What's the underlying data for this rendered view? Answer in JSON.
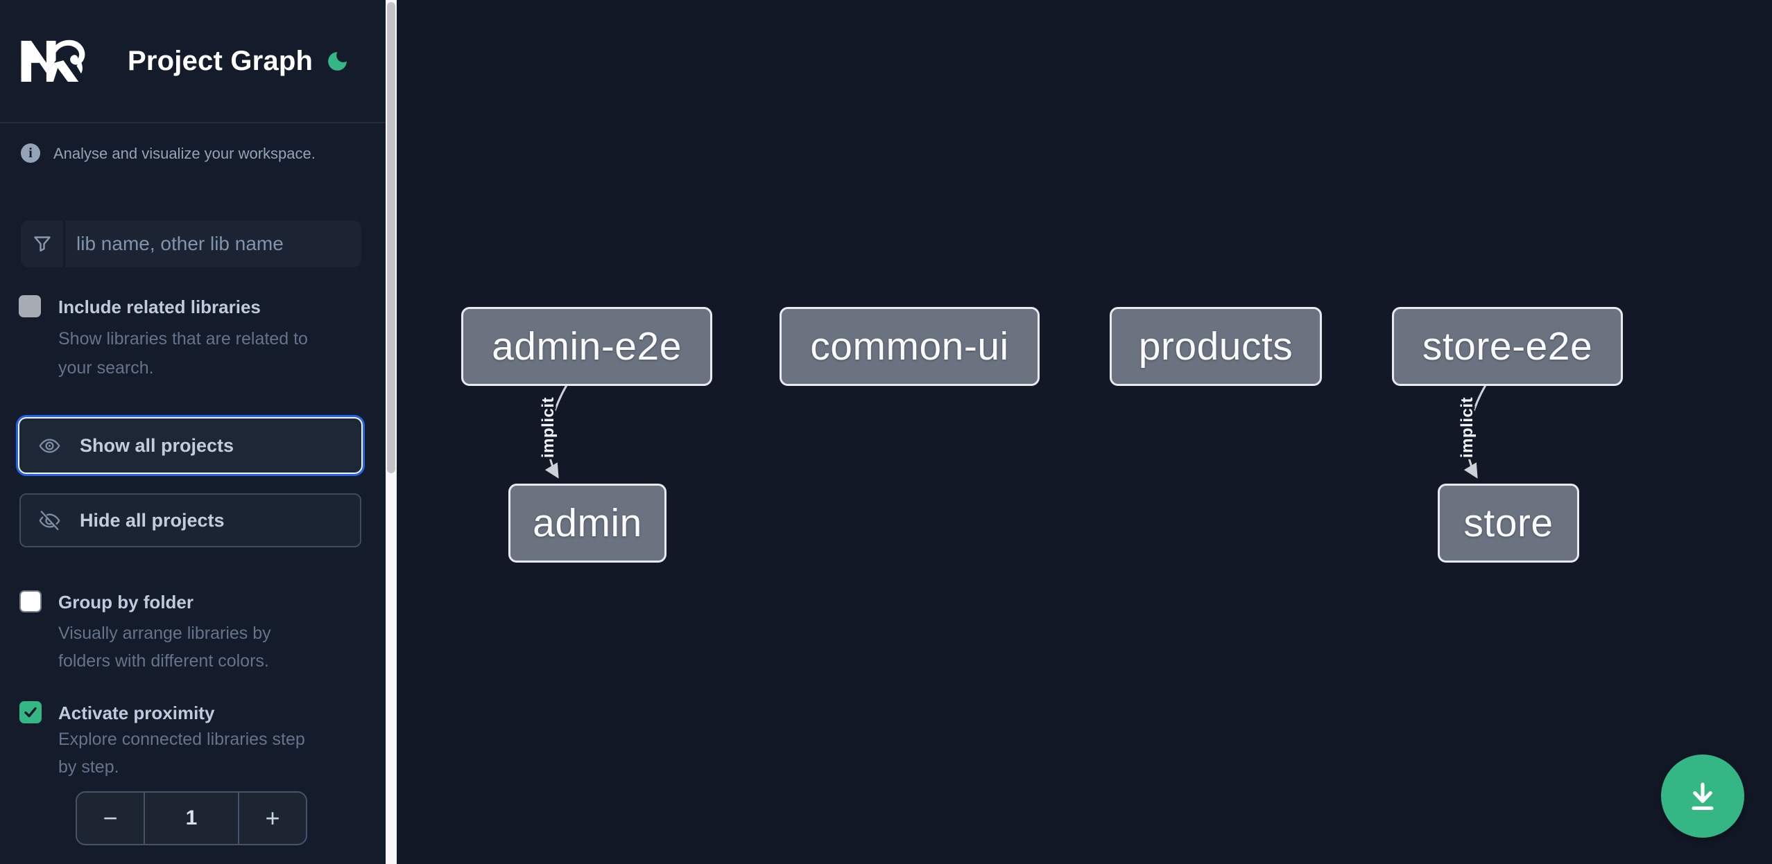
{
  "header": {
    "app_name": "Nx",
    "title": "Project Graph",
    "theme_icon": "moon-icon",
    "accent_green": "#35b685"
  },
  "intro": {
    "text": "Analyse and visualize your workspace."
  },
  "search": {
    "icon": "funnel-icon",
    "placeholder": "lib name, other lib name",
    "value": ""
  },
  "options": {
    "include_related": {
      "label": "Include related libraries",
      "checked": false,
      "desc": [
        "Show libraries that are related to",
        "your search."
      ]
    },
    "group_folder": {
      "label": "Group by folder",
      "checked": false,
      "desc": [
        "Visually arrange libraries by",
        "folders with different colors."
      ]
    },
    "proximity": {
      "label": "Activate proximity",
      "checked": true,
      "desc": [
        "Explore connected libraries step",
        "by step."
      ]
    }
  },
  "actions": {
    "show_all": "Show all projects",
    "hide_all": "Hide all projects"
  },
  "stepper": {
    "decrement_label": "−",
    "value": "1",
    "increment_label": "+"
  },
  "graph": {
    "nodes": [
      {
        "label": "admin-e2e"
      },
      {
        "label": "common-ui"
      },
      {
        "label": "products"
      },
      {
        "label": "store-e2e"
      },
      {
        "label": "admin"
      },
      {
        "label": "store"
      }
    ],
    "edges": [
      {
        "from": "admin-e2e",
        "to": "admin",
        "label": "implicit"
      },
      {
        "from": "store-e2e",
        "to": "store",
        "label": "implicit"
      }
    ],
    "node_fill": "#6b7280",
    "node_border": "#e8eaee",
    "edge_color": "#ced2d8"
  },
  "fab": {
    "icon": "download-icon",
    "color": "#35b685"
  },
  "colors": {
    "sidebar_bg": "#141b2a",
    "canvas_bg": "#121826",
    "surface_bg": "#1c2433",
    "focus_blue": "#2563eb",
    "muted_text": "#64748b",
    "label_text": "#bfcbdc"
  }
}
